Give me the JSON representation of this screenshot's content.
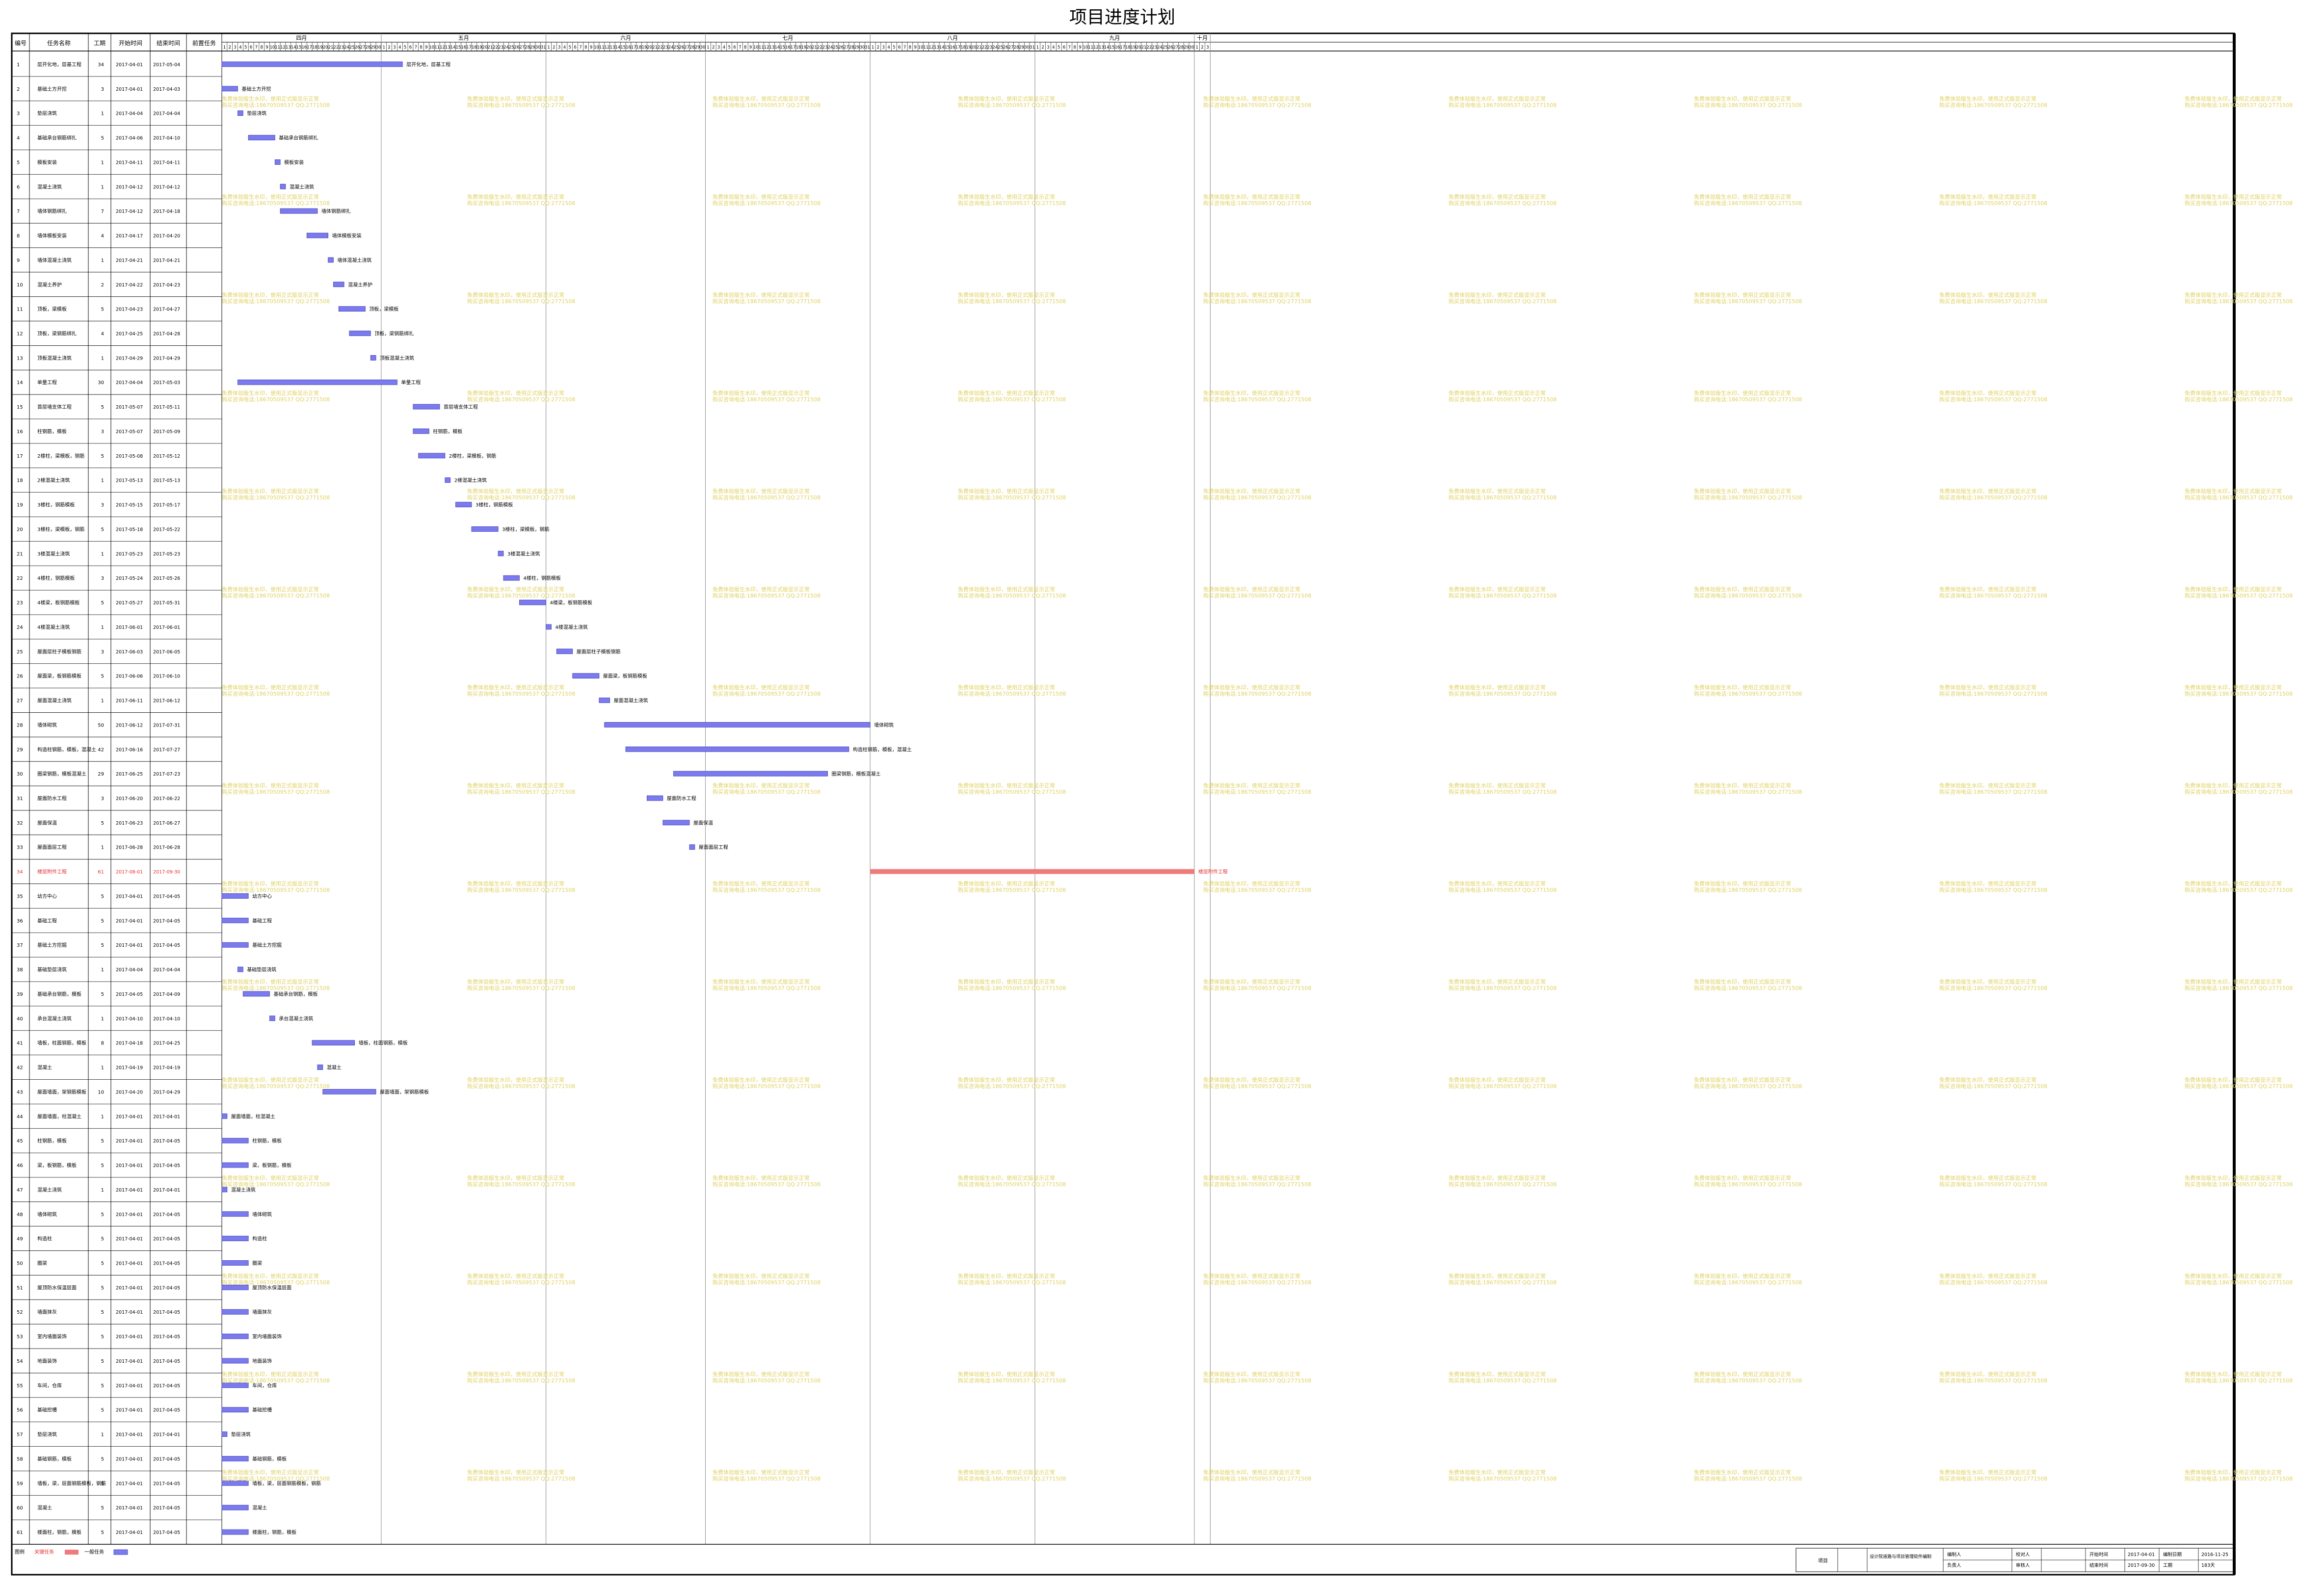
{
  "title": "项目进度计划",
  "headers": {
    "no": "编号",
    "name": "任务名称",
    "dur": "工期",
    "start": "开始时间",
    "end": "结束时间",
    "pred": "前置任务"
  },
  "timeline": {
    "months": [
      {
        "label": "四月",
        "days": 30
      },
      {
        "label": "五月",
        "days": 31
      },
      {
        "label": "六月",
        "days": 30
      },
      {
        "label": "七月",
        "days": 31
      },
      {
        "label": "八月",
        "days": 31
      },
      {
        "label": "九月",
        "days": 30
      },
      {
        "label": "十月",
        "days": 3
      }
    ],
    "year": 2017,
    "first_month": 4
  },
  "colors": {
    "normal": "#7b7bef",
    "critical": "#ef7b7b",
    "critical_text": "#e53030",
    "watermark": "#e0d060"
  },
  "chart_data": {
    "type": "gantt",
    "title": "项目进度计划",
    "x_axis": "2017-04-01 to 2017-10-03",
    "tasks": [
      {
        "no": 1,
        "name": "层开化地，层基工程",
        "dur": 34,
        "start": "2017-04-01",
        "end": "2017-05-04",
        "critical": false
      },
      {
        "no": 2,
        "name": "基础土方开挖",
        "dur": 3,
        "start": "2017-04-01",
        "end": "2017-04-03",
        "critical": false
      },
      {
        "no": 3,
        "name": "垫层浇筑",
        "dur": 1,
        "start": "2017-04-04",
        "end": "2017-04-04",
        "critical": false
      },
      {
        "no": 4,
        "name": "基础承台钢筋绑扎",
        "dur": 5,
        "start": "2017-04-06",
        "end": "2017-04-10",
        "critical": false
      },
      {
        "no": 5,
        "name": "模板安装",
        "dur": 1,
        "start": "2017-04-11",
        "end": "2017-04-11",
        "critical": false
      },
      {
        "no": 6,
        "name": "混凝土浇筑",
        "dur": 1,
        "start": "2017-04-12",
        "end": "2017-04-12",
        "critical": false
      },
      {
        "no": 7,
        "name": "墙体钢筋绑扎",
        "dur": 7,
        "start": "2017-04-12",
        "end": "2017-04-18",
        "critical": false
      },
      {
        "no": 8,
        "name": "墙体模板安装",
        "dur": 4,
        "start": "2017-04-17",
        "end": "2017-04-20",
        "critical": false
      },
      {
        "no": 9,
        "name": "墙体混凝土浇筑",
        "dur": 1,
        "start": "2017-04-21",
        "end": "2017-04-21",
        "critical": false
      },
      {
        "no": 10,
        "name": "混凝土养护",
        "dur": 2,
        "start": "2017-04-22",
        "end": "2017-04-23",
        "critical": false
      },
      {
        "no": 11,
        "name": "顶板，梁模板",
        "dur": 5,
        "start": "2017-04-23",
        "end": "2017-04-27",
        "critical": false
      },
      {
        "no": 12,
        "name": "顶板，梁钢筋绑扎",
        "dur": 4,
        "start": "2017-04-25",
        "end": "2017-04-28",
        "critical": false
      },
      {
        "no": 13,
        "name": "顶板混凝土浇筑",
        "dur": 1,
        "start": "2017-04-29",
        "end": "2017-04-29",
        "critical": false
      },
      {
        "no": 14,
        "name": "单量工程",
        "dur": 30,
        "start": "2017-04-04",
        "end": "2017-05-03",
        "critical": false
      },
      {
        "no": 15,
        "name": "首层墙支体工程",
        "dur": 5,
        "start": "2017-05-07",
        "end": "2017-05-11",
        "critical": false
      },
      {
        "no": 16,
        "name": "柱钢筋，模板",
        "dur": 3,
        "start": "2017-05-07",
        "end": "2017-05-09",
        "critical": false
      },
      {
        "no": 17,
        "name": "2楼柱，梁模板，钢筋",
        "dur": 5,
        "start": "2017-05-08",
        "end": "2017-05-12",
        "critical": false
      },
      {
        "no": 18,
        "name": "2楼混凝土浇筑",
        "dur": 1,
        "start": "2017-05-13",
        "end": "2017-05-13",
        "critical": false
      },
      {
        "no": 19,
        "name": "3楼柱，钢筋模板",
        "dur": 3,
        "start": "2017-05-15",
        "end": "2017-05-17",
        "critical": false
      },
      {
        "no": 20,
        "name": "3楼柱，梁模板，钢筋",
        "dur": 5,
        "start": "2017-05-18",
        "end": "2017-05-22",
        "critical": false
      },
      {
        "no": 21,
        "name": "3楼混凝土浇筑",
        "dur": 1,
        "start": "2017-05-23",
        "end": "2017-05-23",
        "critical": false
      },
      {
        "no": 22,
        "name": "4楼柱，钢筋模板",
        "dur": 3,
        "start": "2017-05-24",
        "end": "2017-05-26",
        "critical": false
      },
      {
        "no": 23,
        "name": "4楼梁，板钢筋模板",
        "dur": 5,
        "start": "2017-05-27",
        "end": "2017-05-31",
        "critical": false
      },
      {
        "no": 24,
        "name": "4楼混凝土浇筑",
        "dur": 1,
        "start": "2017-06-01",
        "end": "2017-06-01",
        "critical": false
      },
      {
        "no": 25,
        "name": "屋面层柱子模板钢筋",
        "dur": 3,
        "start": "2017-06-03",
        "end": "2017-06-05",
        "critical": false
      },
      {
        "no": 26,
        "name": "屋面梁，板钢筋模板",
        "dur": 5,
        "start": "2017-06-06",
        "end": "2017-06-10",
        "critical": false
      },
      {
        "no": 27,
        "name": "屋面混凝土浇筑",
        "dur": 1,
        "start": "2017-06-11",
        "end": "2017-06-12",
        "critical": false
      },
      {
        "no": 28,
        "name": "墙体砌筑",
        "dur": 50,
        "start": "2017-06-12",
        "end": "2017-07-31",
        "critical": false
      },
      {
        "no": 29,
        "name": "构造柱钢筋，模板，混凝土",
        "dur": 42,
        "start": "2017-06-16",
        "end": "2017-07-27",
        "critical": false
      },
      {
        "no": 30,
        "name": "圈梁钢筋，模板混凝土",
        "dur": 29,
        "start": "2017-06-25",
        "end": "2017-07-23",
        "critical": false
      },
      {
        "no": 31,
        "name": "屋面防水工程",
        "dur": 3,
        "start": "2017-06-20",
        "end": "2017-06-22",
        "critical": false
      },
      {
        "no": 32,
        "name": "屋面保温",
        "dur": 5,
        "start": "2017-06-23",
        "end": "2017-06-27",
        "critical": false
      },
      {
        "no": 33,
        "name": "屋面面层工程",
        "dur": 1,
        "start": "2017-06-28",
        "end": "2017-06-28",
        "critical": false
      },
      {
        "no": 34,
        "name": "楼层附件工程",
        "dur": 61,
        "start": "2017-08-01",
        "end": "2017-09-30",
        "critical": true
      },
      {
        "no": 35,
        "name": "幼方中心",
        "dur": 5,
        "start": "2017-04-01",
        "end": "2017-04-05",
        "critical": false
      },
      {
        "no": 36,
        "name": "基础工程",
        "dur": 5,
        "start": "2017-04-01",
        "end": "2017-04-05",
        "critical": false
      },
      {
        "no": 37,
        "name": "基础土方挖掘",
        "dur": 5,
        "start": "2017-04-01",
        "end": "2017-04-05",
        "critical": false
      },
      {
        "no": 38,
        "name": "基础垫层浇筑",
        "dur": 1,
        "start": "2017-04-04",
        "end": "2017-04-04",
        "critical": false
      },
      {
        "no": 39,
        "name": "基础承台钢筋，模板",
        "dur": 5,
        "start": "2017-04-05",
        "end": "2017-04-09",
        "critical": false
      },
      {
        "no": 40,
        "name": "承台混凝土浇筑",
        "dur": 1,
        "start": "2017-04-10",
        "end": "2017-04-10",
        "critical": false
      },
      {
        "no": 41,
        "name": "墙板，柱面钢筋，模板",
        "dur": 8,
        "start": "2017-04-18",
        "end": "2017-04-25",
        "critical": false
      },
      {
        "no": 42,
        "name": "混凝土",
        "dur": 1,
        "start": "2017-04-19",
        "end": "2017-04-19",
        "critical": false
      },
      {
        "no": 43,
        "name": "屋面墙面，架钢筋模板",
        "dur": 10,
        "start": "2017-04-20",
        "end": "2017-04-29",
        "critical": false
      },
      {
        "no": 44,
        "name": "屋面墙面，柱混凝土",
        "dur": 1,
        "start": "2017-04-01",
        "end": "2017-04-01",
        "critical": false
      },
      {
        "no": 45,
        "name": "柱钢筋，模板",
        "dur": 5,
        "start": "2017-04-01",
        "end": "2017-04-05",
        "critical": false
      },
      {
        "no": 46,
        "name": "梁，板钢筋，模板",
        "dur": 5,
        "start": "2017-04-01",
        "end": "2017-04-05",
        "critical": false
      },
      {
        "no": 47,
        "name": "混凝土浇筑",
        "dur": 1,
        "start": "2017-04-01",
        "end": "2017-04-01",
        "critical": false
      },
      {
        "no": 48,
        "name": "墙体砌筑",
        "dur": 5,
        "start": "2017-04-01",
        "end": "2017-04-05",
        "critical": false
      },
      {
        "no": 49,
        "name": "构造柱",
        "dur": 5,
        "start": "2017-04-01",
        "end": "2017-04-05",
        "critical": false
      },
      {
        "no": 50,
        "name": "圈梁",
        "dur": 5,
        "start": "2017-04-01",
        "end": "2017-04-05",
        "critical": false
      },
      {
        "no": 51,
        "name": "屋顶防水保温层面",
        "dur": 5,
        "start": "2017-04-01",
        "end": "2017-04-05",
        "critical": false
      },
      {
        "no": 52,
        "name": "墙面抹灰",
        "dur": 5,
        "start": "2017-04-01",
        "end": "2017-04-05",
        "critical": false
      },
      {
        "no": 53,
        "name": "室内墙面装饰",
        "dur": 5,
        "start": "2017-04-01",
        "end": "2017-04-05",
        "critical": false
      },
      {
        "no": 54,
        "name": "地面装饰",
        "dur": 5,
        "start": "2017-04-01",
        "end": "2017-04-05",
        "critical": false
      },
      {
        "no": 55,
        "name": "车间，仓库",
        "dur": 5,
        "start": "2017-04-01",
        "end": "2017-04-05",
        "critical": false
      },
      {
        "no": 56,
        "name": "基础挖槽",
        "dur": 5,
        "start": "2017-04-01",
        "end": "2017-04-05",
        "critical": false
      },
      {
        "no": 57,
        "name": "垫层浇筑",
        "dur": 1,
        "start": "2017-04-01",
        "end": "2017-04-01",
        "critical": false
      },
      {
        "no": 58,
        "name": "基础钢筋，模板",
        "dur": 5,
        "start": "2017-04-01",
        "end": "2017-04-05",
        "critical": false
      },
      {
        "no": 59,
        "name": "墙板，梁，层面钢筋模板，钢筋",
        "dur": 5,
        "start": "2017-04-01",
        "end": "2017-04-05",
        "critical": false
      },
      {
        "no": 60,
        "name": "混凝土",
        "dur": 5,
        "start": "2017-04-01",
        "end": "2017-04-05",
        "critical": false
      },
      {
        "no": 61,
        "name": "楼面柱，钢筋，模板",
        "dur": 5,
        "start": "2017-04-01",
        "end": "2017-04-05",
        "critical": false
      }
    ]
  },
  "legend": {
    "label": "图例",
    "critical": "关键任务",
    "normal": "一般任务"
  },
  "watermark": {
    "line1": "免费体验版生水印，使用正式版显示正常",
    "line2": "购买咨询电话:18670509537 QQ:2771508"
  },
  "footer": {
    "project_label": "项目",
    "desc": "设计院道路与项目管理软件编制",
    "compiler": "编制人",
    "owner": "负责人",
    "checker": "校对人",
    "reviewer": "审核人",
    "start_label": "开始时间",
    "start_value": "2017-04-01",
    "end_label": "结束时间",
    "end_value": "2017-09-30",
    "date_label": "编制日期",
    "date_value": "2016-11-25",
    "dur_label": "工期",
    "dur_value": "183天"
  }
}
